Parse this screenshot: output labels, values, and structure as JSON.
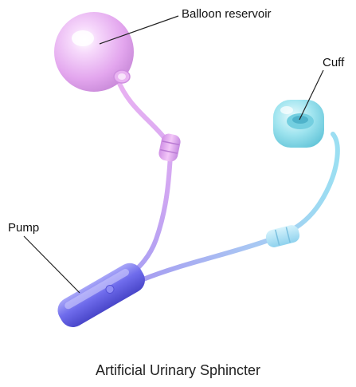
{
  "labels": {
    "balloon_reservoir": "Balloon reservoir",
    "cuff": "Cuff",
    "pump": "Pump"
  },
  "caption": "Artificial Urinary Sphincter",
  "colors": {
    "balloon": "#e0a3ee",
    "tube_pink": "#e6a9f0",
    "tube_violet": "#b9a3f2",
    "tube_blue": "#9fd3f3",
    "cuff": "#93e3ee",
    "pump": "#6f6cec",
    "leader_line": "#222222"
  }
}
